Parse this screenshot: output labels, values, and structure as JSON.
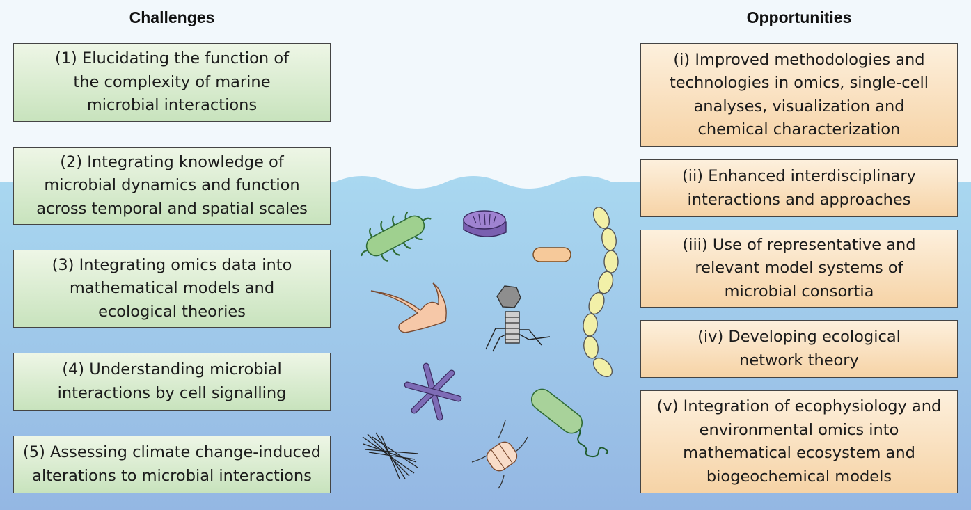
{
  "headings": {
    "challenges": "Challenges",
    "opportunities": "Opportunities"
  },
  "challenges": [
    {
      "text": "(1) Elucidating the function of\nthe complexity of marine\nmicrobial interactions"
    },
    {
      "text": "(2) Integrating knowledge of\nmicrobial dynamics and function\nacross temporal and spatial scales"
    },
    {
      "text": "(3) Integrating omics data into\nmathematical models and\necological theories"
    },
    {
      "text": "(4) Understanding microbial\ninteractions by cell signalling"
    },
    {
      "text": "(5) Assessing climate change-induced\nalterations to microbial interactions"
    }
  ],
  "opportunities": [
    {
      "text": "(i) Improved methodologies and\ntechnologies in omics, single-cell\nanalyses, visualization and\nchemical characterization"
    },
    {
      "text": "(ii) Enhanced interdisciplinary\ninteractions and approaches"
    },
    {
      "text": "(iii) Use of representative and\nrelevant model systems of\nmicrobial consortia"
    },
    {
      "text": "(iv) Developing ecological\nnetwork theory"
    },
    {
      "text": "(v) Integration of ecophysiology and\nenvironmental omics into\nmathematical ecosystem and\nbiogeochemical models"
    }
  ],
  "colors": {
    "challenge_fill": "#c8e3bd",
    "opportunity_fill": "#f6d3a6",
    "water_top": "#a9d8f0",
    "water_bottom": "#94b7e3"
  },
  "organisms": [
    {
      "name": "spiky-rod-bacterium-icon"
    },
    {
      "name": "purple-diatom-disc-icon"
    },
    {
      "name": "small-orange-rod-icon"
    },
    {
      "name": "yellow-cell-chain-icon"
    },
    {
      "name": "horned-dinoflagellate-icon"
    },
    {
      "name": "bacteriophage-icon"
    },
    {
      "name": "star-diatom-icon"
    },
    {
      "name": "flagellated-green-bacterium-icon"
    },
    {
      "name": "needle-bundle-icon"
    },
    {
      "name": "chain-diatom-icon"
    }
  ]
}
